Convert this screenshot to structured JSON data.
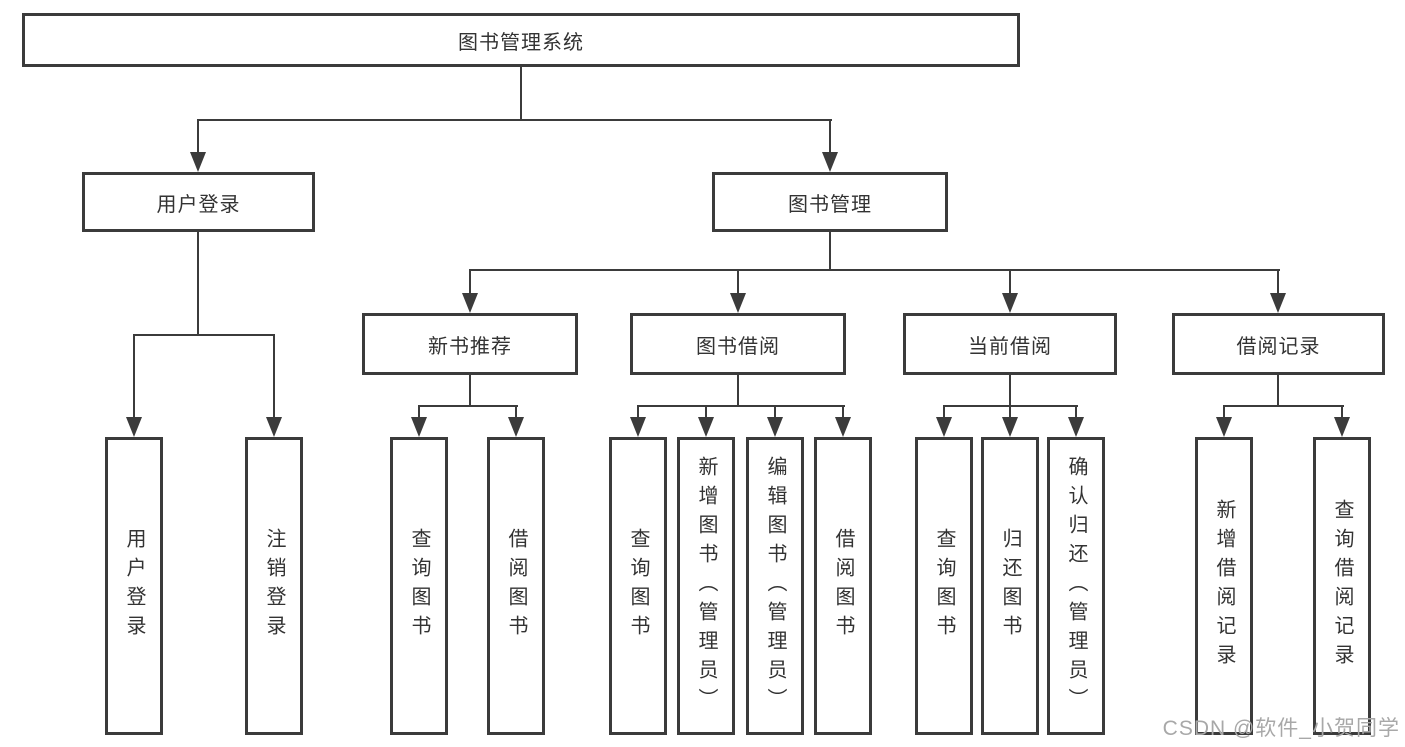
{
  "diagram": {
    "root": {
      "label": "图书管理系统"
    },
    "branches": [
      {
        "label": "用户登录",
        "children": [
          {
            "label": "用户登录"
          },
          {
            "label": "注销登录"
          }
        ]
      },
      {
        "label": "图书管理",
        "children": [
          {
            "label": "新书推荐",
            "children": [
              {
                "label": "查询图书"
              },
              {
                "label": "借阅图书"
              }
            ]
          },
          {
            "label": "图书借阅",
            "children": [
              {
                "label": "查询图书"
              },
              {
                "label": "新增图书（管理员）"
              },
              {
                "label": "编辑图书（管理员）"
              },
              {
                "label": "借阅图书"
              }
            ]
          },
          {
            "label": "当前借阅",
            "children": [
              {
                "label": "查询图书"
              },
              {
                "label": "归还图书"
              },
              {
                "label": "确认归还（管理员）"
              }
            ]
          },
          {
            "label": "借阅记录",
            "children": [
              {
                "label": "新增借阅记录"
              },
              {
                "label": "查询借阅记录"
              }
            ]
          }
        ]
      }
    ]
  },
  "watermark": {
    "text": "CSDN @软件_小贺同学"
  },
  "colors": {
    "line": "#3b3b3b",
    "box_border": "#3b3b3b",
    "text": "#333333",
    "background": "#ffffff",
    "watermark": "#a8a8a8"
  }
}
